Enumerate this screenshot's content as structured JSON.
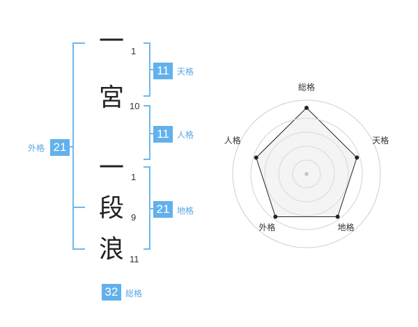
{
  "characters": [
    {
      "char": "一",
      "strokes": "1"
    },
    {
      "char": "宮",
      "strokes": "10"
    },
    {
      "char": "一",
      "strokes": "1"
    },
    {
      "char": "段",
      "strokes": "9"
    },
    {
      "char": "浪",
      "strokes": "11"
    }
  ],
  "kakusu": {
    "tenkaku": {
      "value": "11",
      "label": "天格"
    },
    "jinkaku": {
      "value": "11",
      "label": "人格"
    },
    "chikaku": {
      "value": "21",
      "label": "地格"
    },
    "gaikaku": {
      "value": "21",
      "label": "外格"
    },
    "soukaku": {
      "value": "32",
      "label": "総格"
    }
  },
  "radar": {
    "axes": [
      "総格",
      "天格",
      "地格",
      "外格",
      "人格"
    ],
    "values": [
      5,
      4,
      4,
      4,
      4
    ],
    "max": 5,
    "levels": 5
  },
  "colors": {
    "accent": "#62b1ec",
    "bracket": "#6fb7ec",
    "radar_fill": "#f2f2f2",
    "radar_line": "#222222",
    "grid": "#cccccc"
  }
}
